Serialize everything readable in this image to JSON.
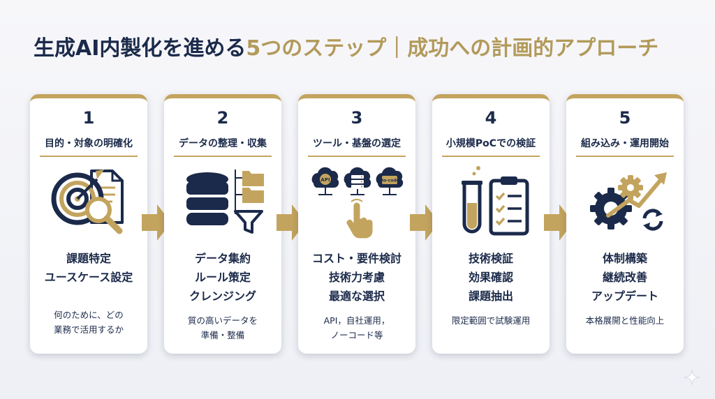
{
  "title": {
    "part1": "生成AI内製化を進める",
    "part2": "5つのステップ｜成功への計画的アプローチ"
  },
  "colors": {
    "navy": "#1b2a4a",
    "gold": "#c3a45e",
    "gold_text": "#b29a5a"
  },
  "steps": [
    {
      "number": "1",
      "heading": "目的・対象の明確化",
      "icon": "target-document-magnifier-icon",
      "points": [
        "課題特定",
        "ユースケース設定"
      ],
      "note": [
        "何のために、どの",
        "業務で活用するか"
      ]
    },
    {
      "number": "2",
      "heading": "データの整理・収集",
      "icon": "database-folders-funnel-icon",
      "points": [
        "データ集約",
        "ルール策定",
        "クレンジング"
      ],
      "note": [
        "質の高いデータを",
        "準備・整備"
      ]
    },
    {
      "number": "3",
      "heading": "ツール・基盤の選定",
      "icon": "cloud-options-pointer-icon",
      "icon_labels": [
        "API",
        "Ho-code"
      ],
      "points": [
        "コスト・要件検討",
        "技術力考慮",
        "最適な選択"
      ],
      "note": [
        "API，自社運用，",
        "ノーコード等"
      ]
    },
    {
      "number": "4",
      "heading": "小規模PoCでの検証",
      "icon": "test-tube-checklist-icon",
      "points": [
        "技術検証",
        "効果確認",
        "課題抽出"
      ],
      "note": [
        "限定範囲で試験運用"
      ]
    },
    {
      "number": "5",
      "heading": "組み込み・運用開始",
      "icon": "gears-growth-arrow-icon",
      "points": [
        "体制構築",
        "継続改善",
        "アップデート"
      ],
      "note": [
        "本格展開と性能向上"
      ]
    }
  ]
}
